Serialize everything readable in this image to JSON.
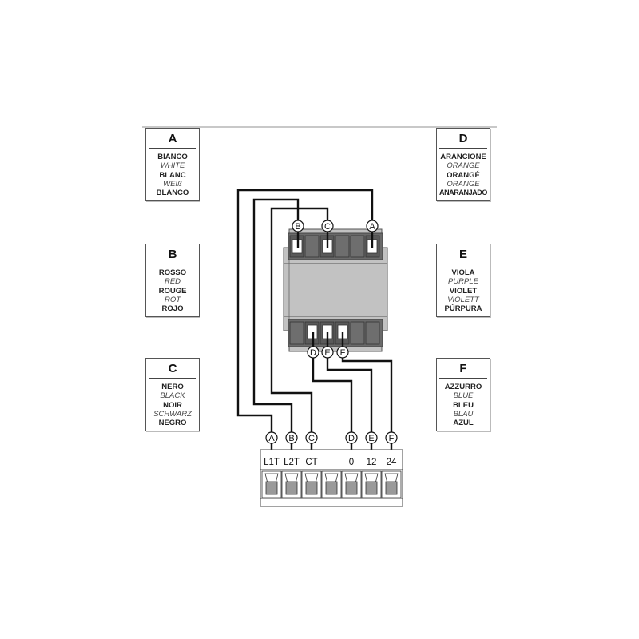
{
  "legend": [
    {
      "letter": "A",
      "names": [
        "BIANCO",
        "WHITE",
        "BLANC",
        "WEIß",
        "BLANCO"
      ]
    },
    {
      "letter": "B",
      "names": [
        "ROSSO",
        "RED",
        "ROUGE",
        "ROT",
        "ROJO"
      ]
    },
    {
      "letter": "C",
      "names": [
        "NERO",
        "BLACK",
        "NOIR",
        "SCHWARZ",
        "NEGRO"
      ]
    },
    {
      "letter": "D",
      "names": [
        "ARANCIONE",
        "ORANGE",
        "ORANGÉ",
        "ORANGE",
        "ANARANJADO"
      ]
    },
    {
      "letter": "E",
      "names": [
        "VIOLA",
        "PURPLE",
        "VIOLET",
        "VIOLETT",
        "PÚRPURA"
      ]
    },
    {
      "letter": "F",
      "names": [
        "AZZURRO",
        "BLUE",
        "BLEU",
        "BLAU",
        "AZUL"
      ]
    }
  ],
  "module": {
    "top_pins": [
      "B",
      "C",
      "A"
    ],
    "bottom_pins": [
      "D",
      "E",
      "F"
    ]
  },
  "terminal_block": {
    "pin_markers": [
      "A",
      "B",
      "C",
      "D",
      "E",
      "F"
    ],
    "labels": [
      "L1T",
      "L2T",
      "CT",
      "",
      "0",
      "12",
      "24"
    ]
  },
  "colors": {
    "wire": "#111111",
    "module_body": "#c0c0c0",
    "terminal_dark": "#5a5a5a",
    "terminal_cell": "#707070",
    "terminal_gray": "#9a9a9a"
  }
}
